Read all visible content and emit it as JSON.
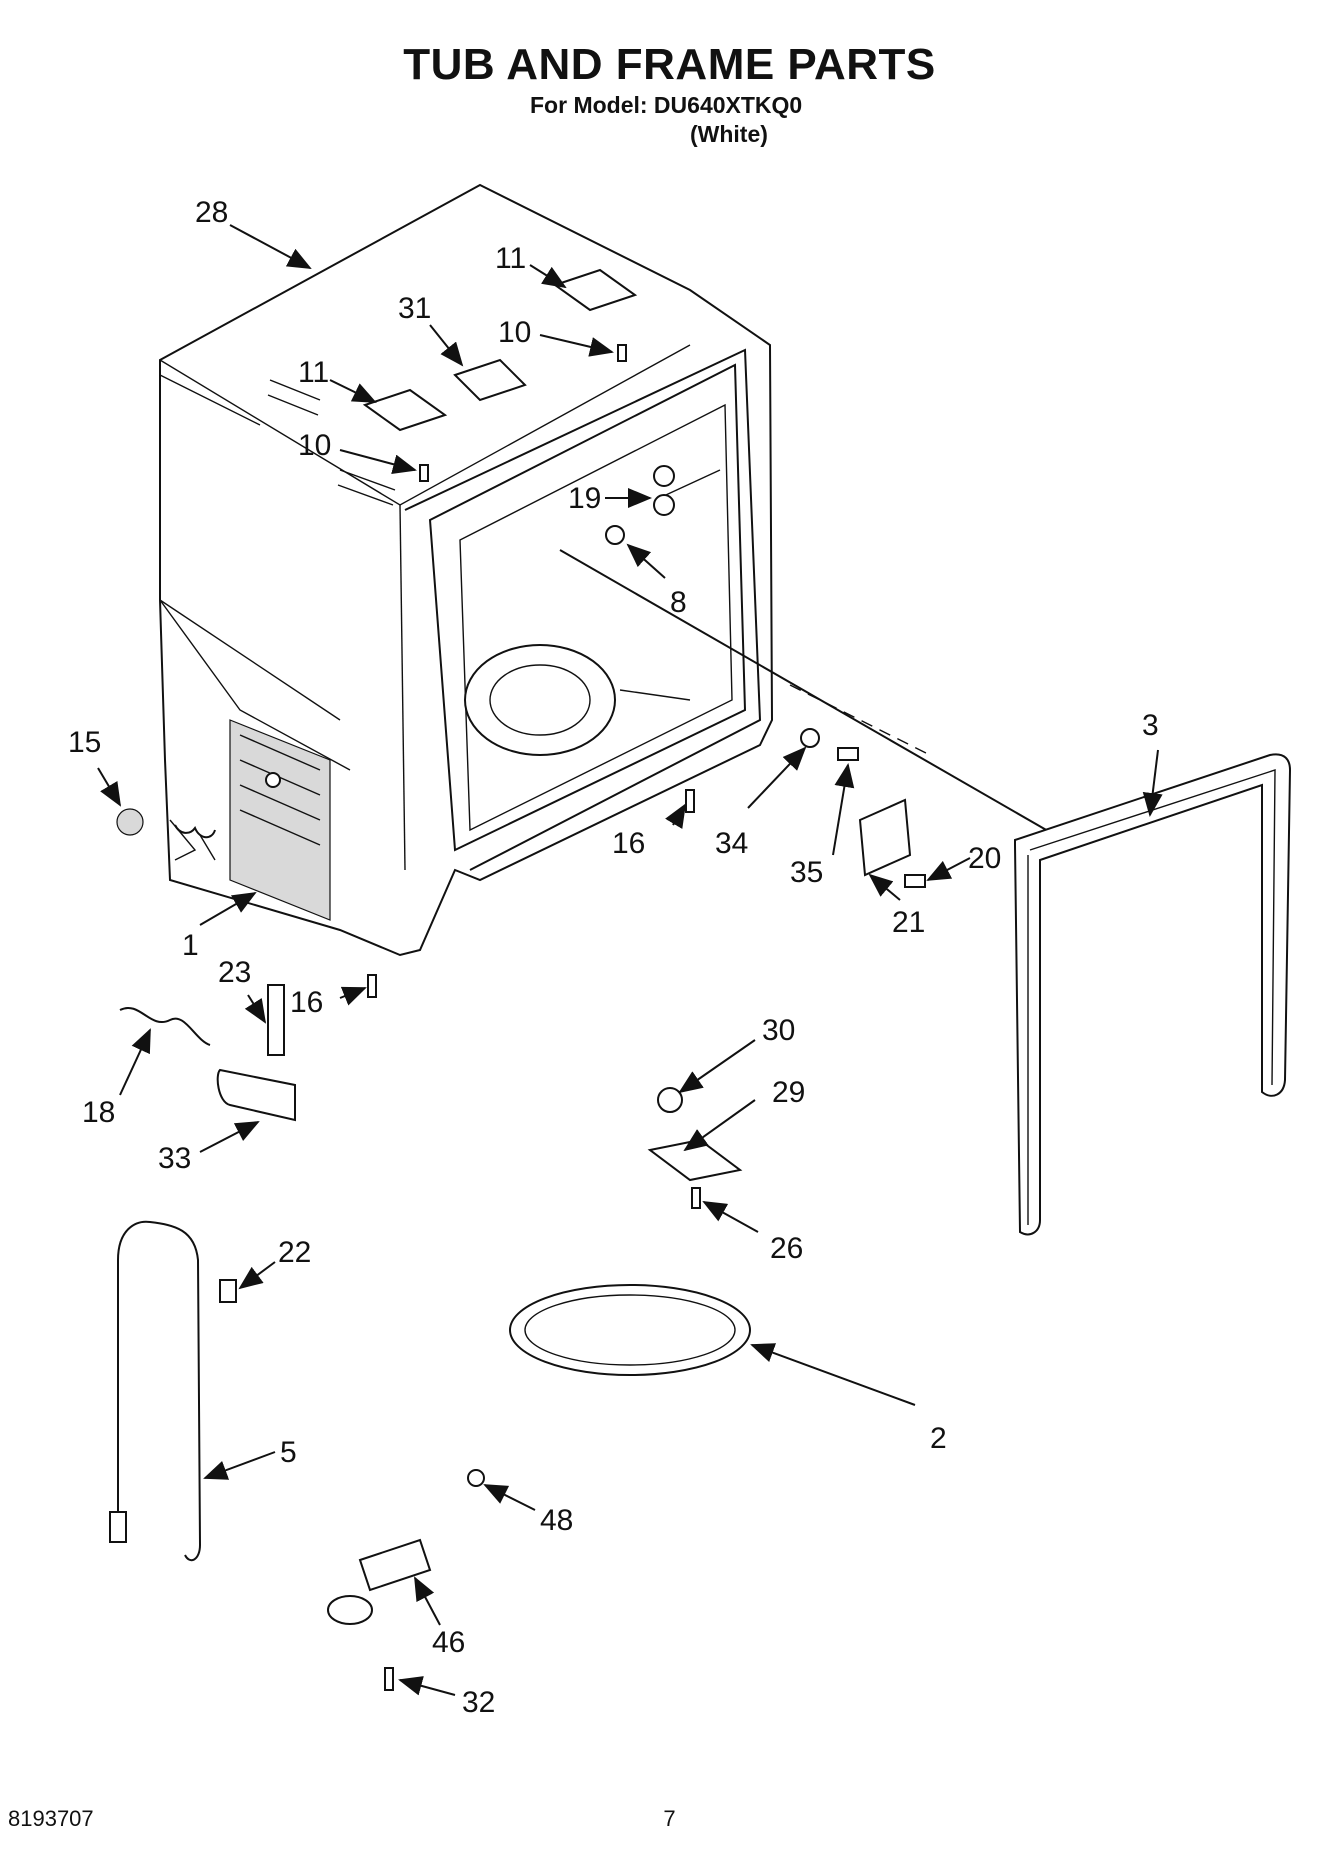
{
  "header": {
    "title": "TUB AND FRAME PARTS",
    "model_line": "For Model: DU640XTKQ0",
    "variant": "(White)"
  },
  "footer": {
    "doc_number": "8193707",
    "page_number": "7"
  },
  "callouts": {
    "c28": "28",
    "c11a": "11",
    "c31": "31",
    "c10a": "10",
    "c11b": "11",
    "c10b": "10",
    "c19": "19",
    "c8": "8",
    "c15": "15",
    "c3": "3",
    "c16a": "16",
    "c34": "34",
    "c20": "20",
    "c35": "35",
    "c21": "21",
    "c1": "1",
    "c23": "23",
    "c16b": "16",
    "c30": "30",
    "c18": "18",
    "c29": "29",
    "c33": "33",
    "c22": "22",
    "c26": "26",
    "c2": "2",
    "c5": "5",
    "c48": "48",
    "c46": "46",
    "c32": "32"
  }
}
